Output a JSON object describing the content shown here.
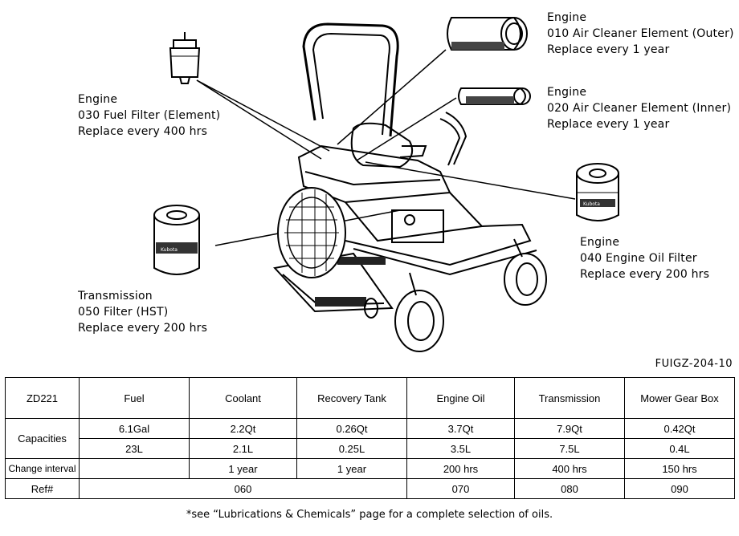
{
  "callouts": {
    "fuel_filter": {
      "line1": "Engine",
      "line2": "030 Fuel Filter (Element)",
      "line3": "Replace every 400 hrs"
    },
    "air_outer": {
      "line1": "Engine",
      "line2": "010 Air Cleaner Element (Outer)",
      "line3": "Replace every 1 year"
    },
    "air_inner": {
      "line1": "Engine",
      "line2": "020 Air Cleaner Element (Inner)",
      "line3": "Replace every 1 year"
    },
    "oil_filter": {
      "line1": "Engine",
      "line2": "040 Engine Oil Filter",
      "line3": "Replace every 200 hrs"
    },
    "hst_filter": {
      "line1": "Transmission",
      "line2": "050 Filter (HST)",
      "line3": "Replace every 200 hrs"
    }
  },
  "figure_code": "FUIGZ-204-10",
  "table": {
    "model": "ZD221",
    "headers": [
      "Fuel",
      "Coolant",
      "Recovery Tank",
      "Engine Oil",
      "Transmission",
      "Mower Gear Box"
    ],
    "capacities_label": "Capacities",
    "capacities_row1": [
      "6.1Gal",
      "2.2Qt",
      "0.26Qt",
      "3.7Qt",
      "7.9Qt",
      "0.42Qt"
    ],
    "capacities_row2": [
      "23L",
      "2.1L",
      "0.25L",
      "3.5L",
      "7.5L",
      "0.4L"
    ],
    "change_label": "Change interval",
    "change_values": [
      "",
      "1 year",
      "1 year",
      "200 hrs",
      "400 hrs",
      "150 hrs"
    ],
    "ref_label": "Ref#",
    "ref_060": "060",
    "ref_070": "070",
    "ref_080": "080",
    "ref_090": "090"
  },
  "filter_brand": "Kubota",
  "footnote": "*see “Lubrications & Chemicals” page for a complete selection of oils."
}
